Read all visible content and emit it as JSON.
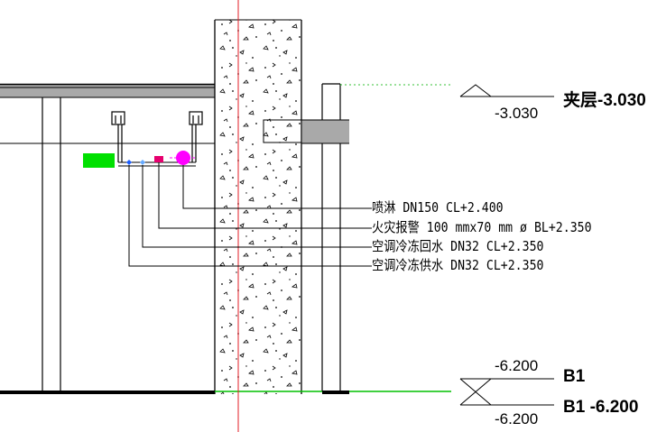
{
  "annotations": {
    "sprinkler": "喷淋 DN150  CL+2.400",
    "fire_alarm": "火灾报警 100 mmx70 mm ø BL+2.350",
    "chilled_return": "空调冷冻回水 DN32  CL+2.350",
    "chilled_supply": "空调冷冻供水 DN32  CL+2.350"
  },
  "levels": {
    "mezzanine_value": "-3.030",
    "mezzanine_label": "夹层-3.030",
    "b1_value_top": "-6.200",
    "b1_value_bottom": "-6.200",
    "b1_label": "B1",
    "b1_full_label": "B1 -6.200"
  },
  "colors": {
    "background": "#ffffff",
    "lines": "#000000",
    "slab": "#a9a9a9",
    "axis": "#e31e24",
    "floor": "#00c000",
    "dotted": "#34c234",
    "cable_tray": "#00e000",
    "fire_alarm_box": "#e6006e",
    "sprinkler_pipe": "#ff00ff",
    "water_pipe": "#1a5cff"
  },
  "icons": [
    "level-marker-icon",
    "sprinkler-pipe-icon",
    "fire-alarm-box-icon",
    "chilled-water-pipe-icon",
    "hanger-icon"
  ]
}
